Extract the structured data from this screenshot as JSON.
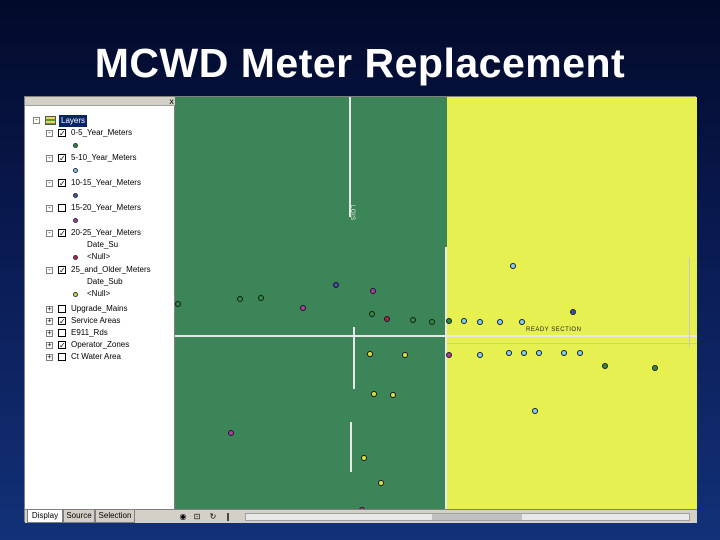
{
  "slide": {
    "title": "MCWD Meter Replacement"
  },
  "toc": {
    "close_glyph": "x",
    "root_label": "Layers",
    "layers": [
      {
        "label": "0-5_Year_Meters",
        "checked": true,
        "expanded": true,
        "symbol_color": "#2e8b3a"
      },
      {
        "label": "5-10_Year_Meters",
        "checked": true,
        "expanded": true,
        "symbol_color": "#7fd0ff"
      },
      {
        "label": "10-15_Year_Meters",
        "checked": true,
        "expanded": true,
        "symbol_color": "#3a4fb0"
      },
      {
        "label": "15-20_Year_Meters",
        "checked": false,
        "expanded": true,
        "symbol_color": "#b03aa8"
      },
      {
        "label": "20-25_Year_Meters",
        "checked": true,
        "expanded": true,
        "sub_label": "Date_Su",
        "null_label": "<Null>",
        "null_color": "#b02050"
      },
      {
        "label": "25_and_Older_Meters",
        "checked": true,
        "expanded": true,
        "sub_label": "Date_Sub",
        "null_label": "<Null>",
        "null_color": "#d8e040"
      },
      {
        "label": "Upgrade_Mains",
        "checked": false,
        "expanded": false
      },
      {
        "label": "Service Areas",
        "checked": true,
        "expanded": false
      },
      {
        "label": "E911_Rds",
        "checked": false,
        "expanded": false
      },
      {
        "label": "Operator_Zones",
        "checked": true,
        "expanded": false
      },
      {
        "label": "Ct Water Area",
        "checked": false,
        "expanded": false
      }
    ],
    "tabs": [
      "Display",
      "Source",
      "Selection"
    ]
  },
  "map": {
    "zone_colors": {
      "green": "#3b8559",
      "yellow": "#e6f050"
    },
    "labels": {
      "vertical": "LOIS",
      "horizontal": "READY SECTION"
    }
  },
  "status": {
    "glyphs": [
      "◉",
      "⊡",
      "↻",
      "‖"
    ]
  }
}
